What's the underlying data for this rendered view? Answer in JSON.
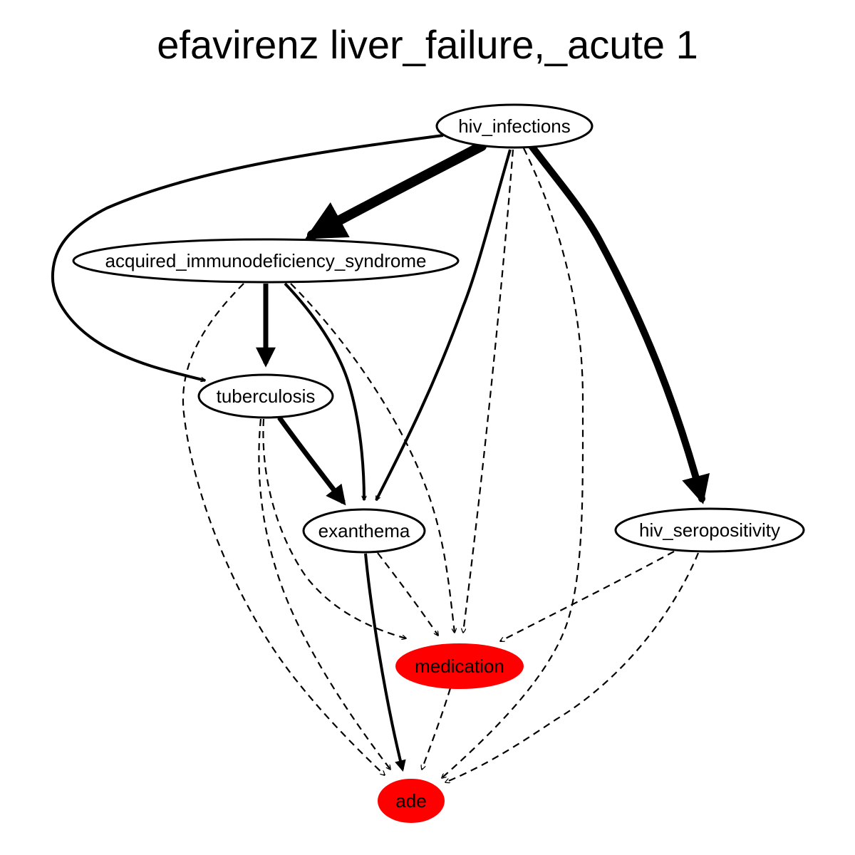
{
  "title": "efavirenz liver_failure,_acute 1",
  "colors": {
    "highlight_fill": "#ff0000",
    "default_fill": "#ffffff",
    "stroke": "#000000"
  },
  "nodes": [
    {
      "id": "hiv_infections",
      "label": "hiv_infections",
      "highlight": false
    },
    {
      "id": "acquired_immunodeficiency_syndrome",
      "label": "acquired_immunodeficiency_syndrome",
      "highlight": false
    },
    {
      "id": "tuberculosis",
      "label": "tuberculosis",
      "highlight": false
    },
    {
      "id": "exanthema",
      "label": "exanthema",
      "highlight": false
    },
    {
      "id": "hiv_seropositivity",
      "label": "hiv_seropositivity",
      "highlight": false
    },
    {
      "id": "medication",
      "label": "medication",
      "highlight": true
    },
    {
      "id": "ade",
      "label": "ade",
      "highlight": true
    }
  ],
  "edges": [
    {
      "from": "hiv_infections",
      "to": "acquired_immunodeficiency_syndrome",
      "style": "solid",
      "weight": "heaviest"
    },
    {
      "from": "hiv_infections",
      "to": "tuberculosis",
      "style": "solid",
      "weight": "medium"
    },
    {
      "from": "hiv_infections",
      "to": "exanthema",
      "style": "solid",
      "weight": "medium"
    },
    {
      "from": "hiv_infections",
      "to": "hiv_seropositivity",
      "style": "solid",
      "weight": "heavy"
    },
    {
      "from": "hiv_infections",
      "to": "medication",
      "style": "dashed",
      "weight": "light"
    },
    {
      "from": "hiv_infections",
      "to": "ade",
      "style": "dashed",
      "weight": "light"
    },
    {
      "from": "acquired_immunodeficiency_syndrome",
      "to": "tuberculosis",
      "style": "solid",
      "weight": "medium-heavy"
    },
    {
      "from": "acquired_immunodeficiency_syndrome",
      "to": "exanthema",
      "style": "solid",
      "weight": "medium"
    },
    {
      "from": "acquired_immunodeficiency_syndrome",
      "to": "medication",
      "style": "dashed",
      "weight": "light"
    },
    {
      "from": "acquired_immunodeficiency_syndrome",
      "to": "ade",
      "style": "dashed",
      "weight": "light"
    },
    {
      "from": "tuberculosis",
      "to": "exanthema",
      "style": "solid",
      "weight": "medium-heavy"
    },
    {
      "from": "tuberculosis",
      "to": "medication",
      "style": "dashed",
      "weight": "light"
    },
    {
      "from": "tuberculosis",
      "to": "ade",
      "style": "dashed",
      "weight": "light"
    },
    {
      "from": "exanthema",
      "to": "ade",
      "style": "solid",
      "weight": "medium"
    },
    {
      "from": "exanthema",
      "to": "medication",
      "style": "dashed",
      "weight": "light"
    },
    {
      "from": "hiv_seropositivity",
      "to": "medication",
      "style": "dashed",
      "weight": "light"
    },
    {
      "from": "hiv_seropositivity",
      "to": "ade",
      "style": "dashed",
      "weight": "light"
    },
    {
      "from": "medication",
      "to": "ade",
      "style": "dashed",
      "weight": "light"
    }
  ]
}
